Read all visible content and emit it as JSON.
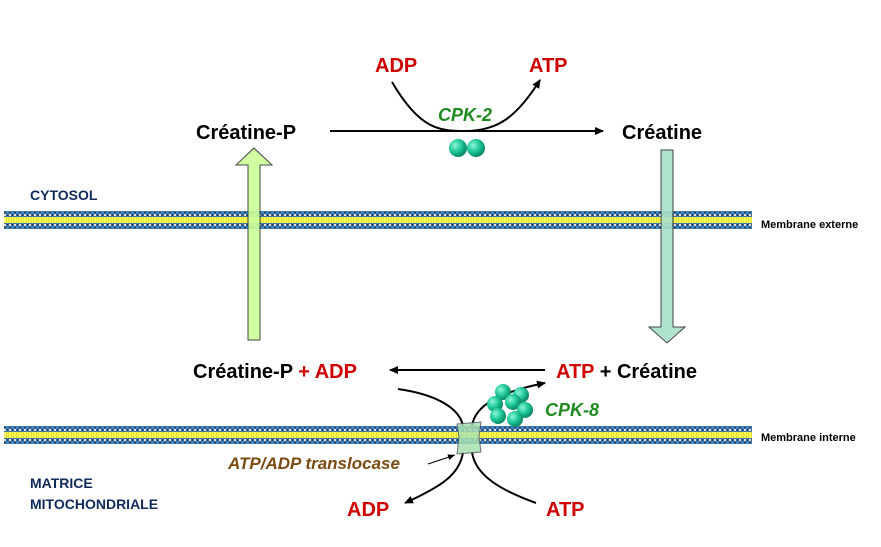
{
  "regions": {
    "cytosol": "CYTOSOL",
    "matrix_line1": "MATRICE",
    "matrix_line2": "MITOCHONDRIALE"
  },
  "membranes": {
    "outer": "Membrane externe",
    "inner": "Membrane interne"
  },
  "cytosol_reaction": {
    "substrate": "Créatine-P",
    "product": "Créatine",
    "cofactor_in": "ADP",
    "cofactor_out": "ATP",
    "enzyme": "CPK-2"
  },
  "mito_reaction": {
    "left_part1": "Créatine-P",
    "left_plus": " + ADP",
    "right_atp": "ATP",
    "right_rest": " + Créatine",
    "enzyme": "CPK-8"
  },
  "transport": {
    "translocase": "ATP/ADP translocase",
    "matrix_adp": "ADP",
    "matrix_atp": "ATP"
  },
  "colors": {
    "cofactor": "#d00000",
    "enzyme_label": "#1f8a1f",
    "enzyme_sphere": "#1fc99a",
    "translocase_label": "#7a4a10",
    "region_label": "#102a5c",
    "arrow_up_fill": "#ccff99",
    "arrow_down_fill": "#a8e0c8",
    "membrane_head": "#3a86c8",
    "membrane_tail": "#ffff40"
  }
}
